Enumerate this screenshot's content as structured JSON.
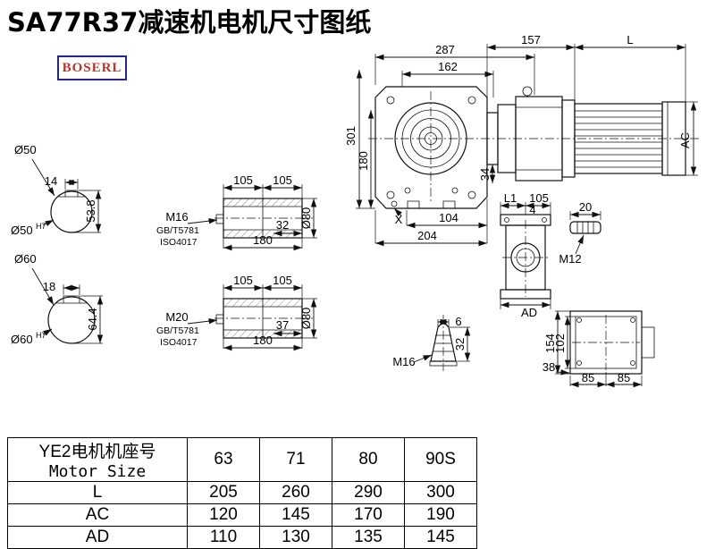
{
  "page": {
    "title": "SA77R37减速机电机尺寸图纸",
    "logo": "BOSERL"
  },
  "main_view": {
    "d287": "287",
    "d162": "162",
    "d157": "157",
    "dL": "L",
    "d301": "301",
    "d180": "180",
    "d34": "34",
    "dX": "X",
    "d104": "104",
    "d204": "204",
    "dAC": "AC"
  },
  "shaft50": {
    "label": "Ø50",
    "bore": "Ø50",
    "tol": "H7",
    "key": "14",
    "height": "53.8"
  },
  "shaft60": {
    "label": "Ø60",
    "bore": "Ø60",
    "tol": "H7",
    "key": "18",
    "height": "64.4"
  },
  "hollow1": {
    "l1": "105",
    "l2": "105",
    "thread": "M16",
    "std1": "GB/T5781",
    "std2": "ISO4017",
    "key": "32",
    "len": "180",
    "dia": "Ø80"
  },
  "hollow2": {
    "l1": "105",
    "l2": "105",
    "thread": "M20",
    "std1": "GB/T5781",
    "std2": "ISO4017",
    "key": "37",
    "len": "180",
    "dia": "Ø80"
  },
  "side_view": {
    "L1": "L1",
    "d105": "105",
    "d4": "4",
    "AD": "AD"
  },
  "stud": {
    "d20": "20",
    "thread": "M12"
  },
  "plug": {
    "d6": "6",
    "d32": "32",
    "thread": "M16"
  },
  "rear_view": {
    "d154": "154",
    "d102": "102",
    "d38": "38",
    "d85a": "85",
    "d85b": "85"
  },
  "table": {
    "header": {
      "line1": "YE2电机机座号",
      "line2": "Motor Size"
    },
    "columns": [
      "63",
      "71",
      "80",
      "90S"
    ],
    "rows": [
      {
        "label": "L",
        "values": [
          "205",
          "260",
          "290",
          "300"
        ]
      },
      {
        "label": "AC",
        "values": [
          "120",
          "145",
          "170",
          "190"
        ]
      },
      {
        "label": "AD",
        "values": [
          "110",
          "130",
          "135",
          "145"
        ]
      }
    ]
  }
}
